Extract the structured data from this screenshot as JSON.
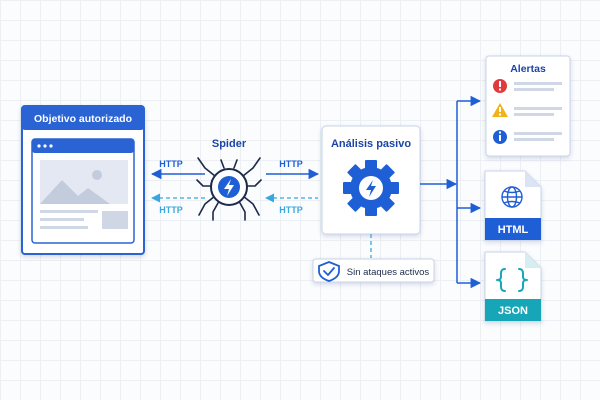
{
  "target": {
    "title": "Objetivo autorizado"
  },
  "spider": {
    "label": "Spider"
  },
  "analysis": {
    "label": "Análisis pasivo"
  },
  "badge": {
    "label": "Sin ataques activos"
  },
  "flows": {
    "target_to_spider": "HTTP",
    "spider_to_target": "HTTP",
    "spider_to_analysis": "HTTP",
    "analysis_to_spider": "HTTP"
  },
  "outputs": {
    "alerts": {
      "title": "Alertas"
    },
    "html": {
      "label": "HTML"
    },
    "json": {
      "label": "JSON"
    }
  },
  "colors": {
    "primary": "#1f5fd6",
    "dark_blue": "#1a46a8",
    "dashed": "#3aa6e0",
    "teal": "#17a6b8",
    "danger": "#e0393e",
    "warning": "#f2b21b"
  },
  "icons": [
    "spider-icon",
    "bolt-icon",
    "gear-icon",
    "shield-check-icon",
    "globe-icon",
    "curly-braces-icon",
    "image-icon",
    "error-icon",
    "warning-icon",
    "info-icon"
  ]
}
